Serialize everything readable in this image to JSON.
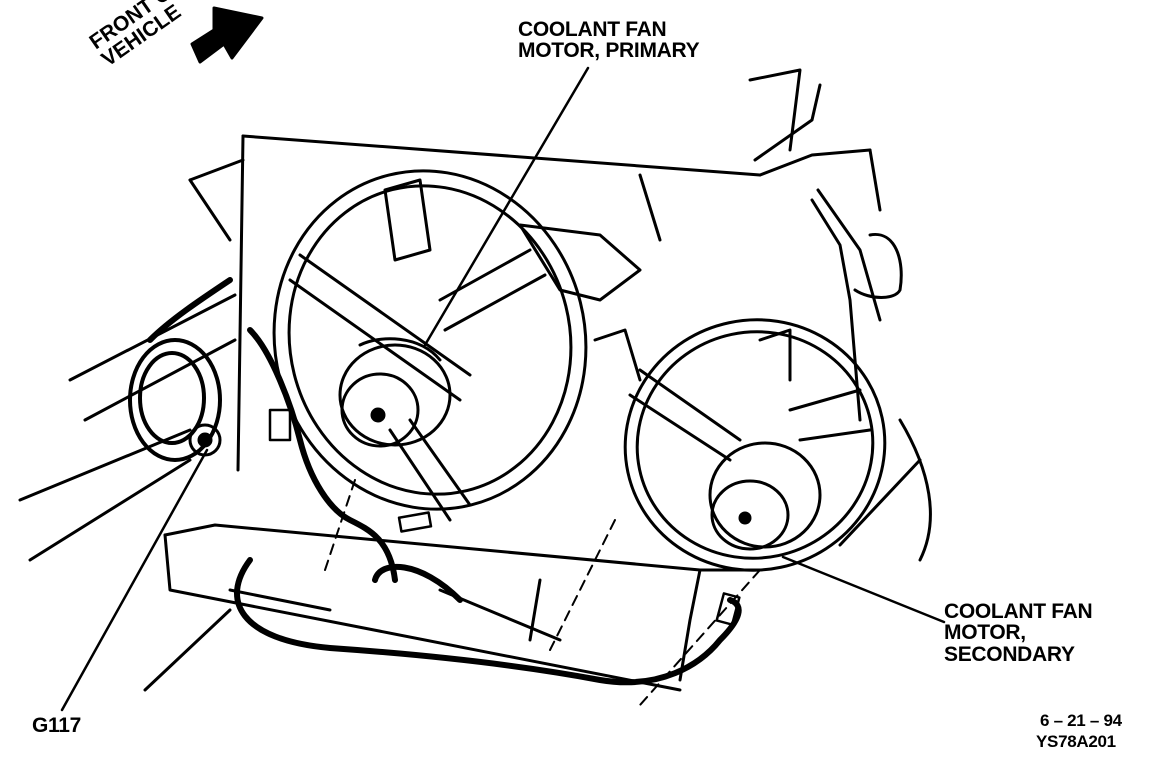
{
  "labels": {
    "primary_line1": "COOLANT FAN",
    "primary_line2": "MOTOR, PRIMARY",
    "secondary_line1": "COOLANT FAN",
    "secondary_line2": "MOTOR,",
    "secondary_line3": "SECONDARY",
    "ground": "G117",
    "front_line1": "FRONT OF",
    "front_line2": "VEHICLE",
    "date": "6 – 21 – 94",
    "code": "YS78A201"
  },
  "colors": {
    "ink": "#000000",
    "paper": "#ffffff"
  }
}
